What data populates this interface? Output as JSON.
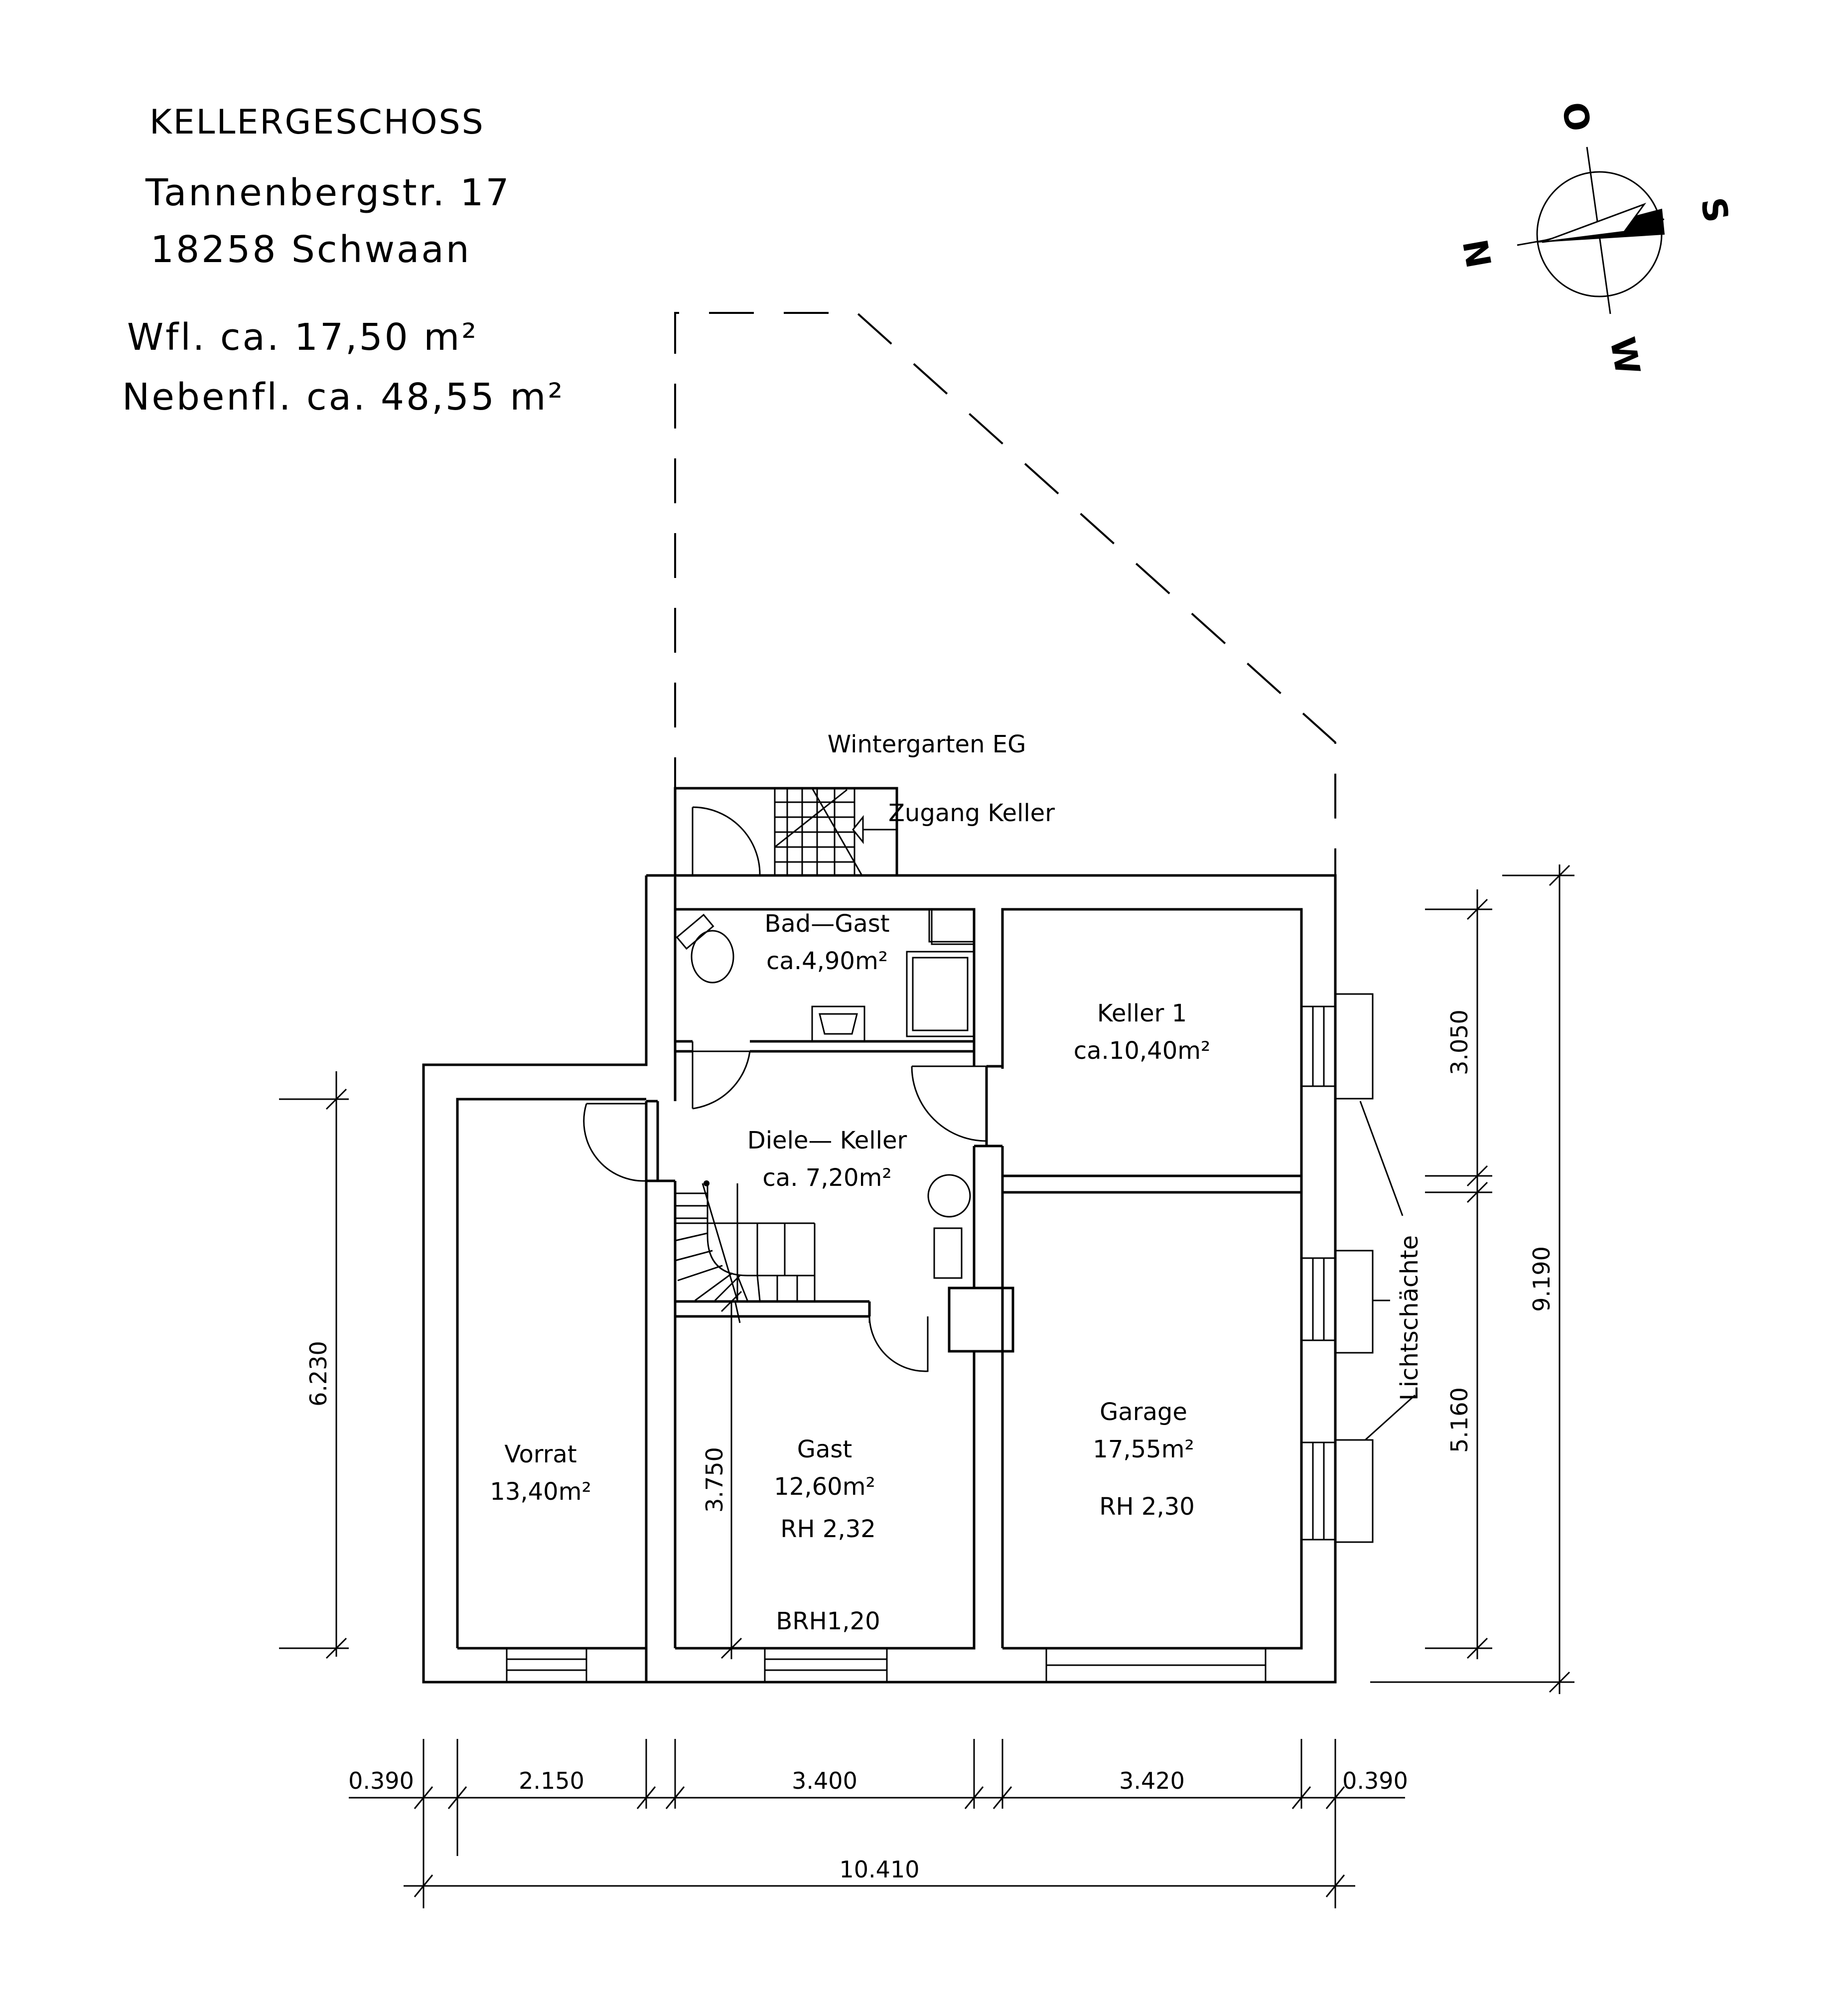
{
  "header": {
    "title": "KELLERGESCHOSS",
    "street": "Tannenbergstr. 17",
    "city": "18258 Schwaan",
    "living_area": "Wfl. ca. 17,50 m²",
    "secondary_area": "Nebenfl. ca. 48,55 m²"
  },
  "compass": {
    "north": "N",
    "east": "O",
    "south": "S",
    "west": "W"
  },
  "labels": {
    "wintergarten": "Wintergarten EG",
    "zugang": "Zugang Keller",
    "lichtschaechte": "Lichtschächte"
  },
  "rooms": {
    "bad": {
      "name": "Bad—Gast",
      "area": "ca.4,90m²"
    },
    "keller1": {
      "name": "Keller 1",
      "area": "ca.10,40m²"
    },
    "diele": {
      "name": "Diele— Keller",
      "area": "ca. 7,20m²"
    },
    "vorrat": {
      "name": "Vorrat",
      "area": "13,40m²"
    },
    "gast": {
      "name": "Gast",
      "area": "12,60m²",
      "height": "RH 2,32",
      "sill": "BRH1,20"
    },
    "garage": {
      "name": "Garage",
      "area": "17,55m²",
      "height": "RH 2,30"
    }
  },
  "dimensions": {
    "bottom": [
      "0.390",
      "2.150",
      "3.400",
      "3.420",
      "0.390"
    ],
    "total_width": "10.410",
    "left_height": "6.230",
    "gast_depth": "3.750",
    "right_upper": "3.050",
    "right_lower": "5.160",
    "total_depth": "9.190"
  }
}
